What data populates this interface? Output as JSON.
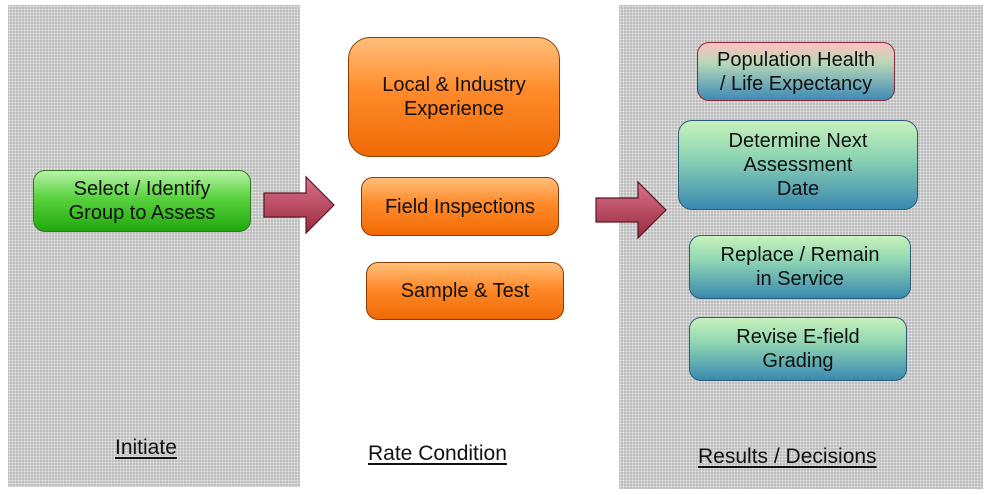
{
  "diagram": {
    "initiate": {
      "box": "Select / Identify\nGroup to Assess",
      "label": "Initiate"
    },
    "rate_condition": {
      "boxes": [
        "Local & Industry\nExperience",
        "Field Inspections",
        "Sample & Test"
      ],
      "label": "Rate Condition"
    },
    "results": {
      "boxes": [
        "Population Health\n/ Life Expectancy",
        "Determine Next\nAssessment\nDate",
        "Replace / Remain\nin Service",
        "Revise E-field\nGrading"
      ],
      "label": "Results / Decisions"
    }
  },
  "colors": {
    "panel": "#c9c9c9",
    "initiate_box": "#4fd23a",
    "rate_boxes": "#ff8a2a",
    "result_boxes": "#5fb0b8",
    "arrow": "#b03a52"
  }
}
